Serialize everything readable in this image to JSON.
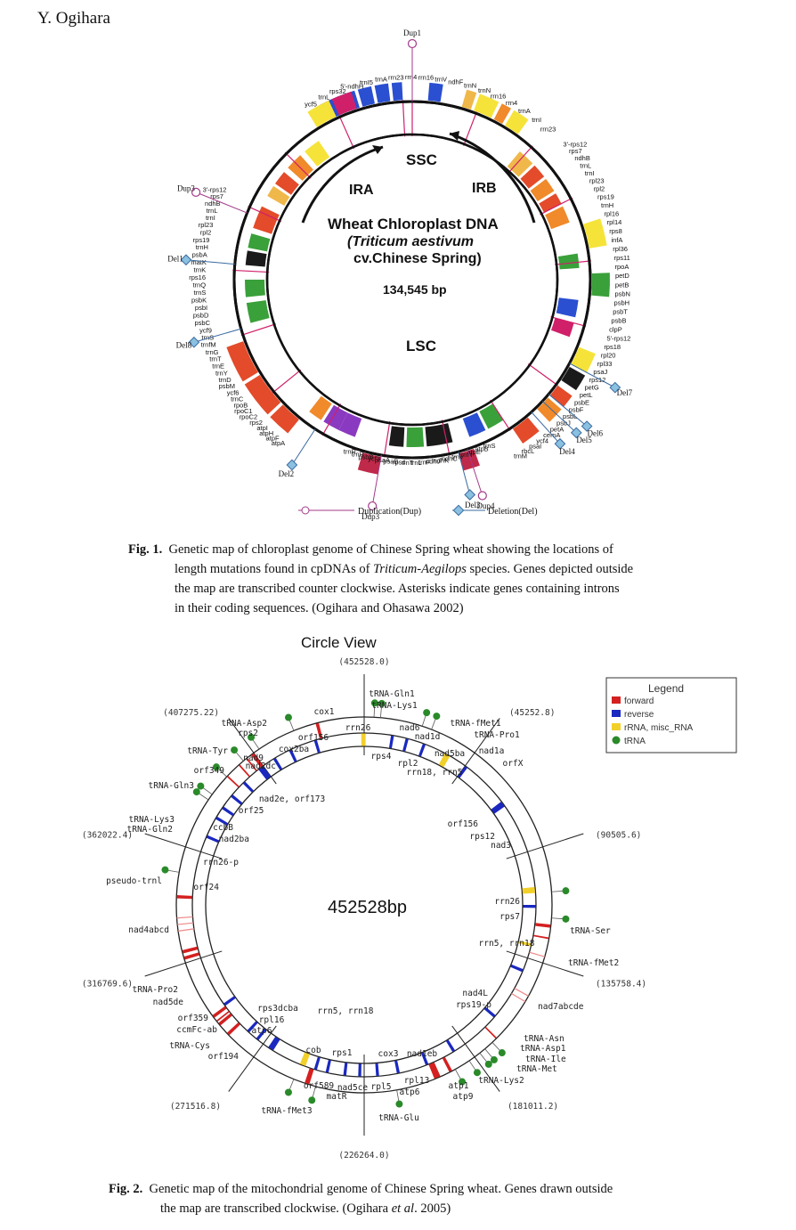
{
  "header": {
    "author": "Y. Ogihara"
  },
  "fig1": {
    "center_title": "Wheat Chloroplast DNA",
    "center_species": "(Triticum aestivum",
    "center_cultivar": "cv.Chinese Spring)",
    "center_size": "134,545 bp",
    "regions": {
      "ssc": "SSC",
      "lsc": "LSC",
      "ira": "IRA",
      "irb": "IRB"
    },
    "markers": [
      "Dup1",
      "Dup3",
      "Dup3",
      "Dup4",
      "Del1",
      "Del8",
      "Del2",
      "Del3",
      "Del4",
      "Del5",
      "Del6",
      "Del7"
    ],
    "legend": {
      "dup": "Duplication(Dup)",
      "del": "Deletion(Del)"
    },
    "genes_top": [
      "ycf5",
      "trnL",
      "rps32",
      "5'-ndhH",
      "trnI5",
      "trnA",
      "rrn23",
      "rrn4",
      "rrn16",
      "trnV",
      "ndhF",
      "trnN",
      "trnN",
      "rrn16",
      "rrn4",
      "trnA",
      "trnI",
      "rrn23"
    ],
    "genes_left": [
      "3'-rps12",
      "rps7",
      "ndhB",
      "trnL",
      "trnI",
      "rpl23",
      "rpl2",
      "rps19",
      "trnH",
      "psbA",
      "matK",
      "trnK",
      "rps16",
      "trnQ",
      "trnS",
      "psbK",
      "psbI",
      "psbD",
      "psbC",
      "ycf9",
      "trnS",
      "trnfM",
      "trnG",
      "trnT",
      "trnE",
      "trnY",
      "trnD",
      "psbM",
      "ycf6",
      "trnC",
      "rpoB",
      "rpoC1",
      "rpoC2",
      "rps2",
      "atpI",
      "atpH",
      "atpF",
      "atpA"
    ],
    "genes_right": [
      "3'-rps12",
      "rps7",
      "ndhB",
      "trnL",
      "trnI",
      "rpl23",
      "rpl2",
      "rps19",
      "trnH",
      "rpl16",
      "rpl14",
      "rps8",
      "infA",
      "rpl36",
      "rps11",
      "rpoA",
      "petD",
      "petB",
      "psbN",
      "psbH",
      "psbT",
      "psbB",
      "clpP",
      "5'-rps12",
      "rps18",
      "rpl20",
      "rpl33",
      "psaJ",
      "rps12",
      "petG",
      "petL",
      "psbE",
      "psbF",
      "psbL",
      "psbJ",
      "petA",
      "cemA",
      "ycf4",
      "psaI",
      "rbcL",
      "trnM"
    ],
    "genes_bottom": [
      "trnR",
      "trnR",
      "psbB",
      "ycf3",
      "psaA",
      "psaB",
      "rps4",
      "trnT",
      "trnL",
      "trnF",
      "ndhJ",
      "ndhK",
      "ndhC",
      "trnV",
      "trnM",
      "atpE",
      "atpB",
      "trnS"
    ]
  },
  "fig1_caption": {
    "label": "Fig. 1.",
    "line1": "Genetic map of chloroplast genome of Chinese Spring wheat showing the locations of",
    "line2a": "length mutations found in cpDNAs of ",
    "line2i": "Triticum-Aegilops",
    "line2b": " species. Genes depicted outside",
    "line3": "the map are transcribed counter clockwise. Asterisks indicate genes containing introns",
    "line4": "in their coding sequences. (Ogihara and Ohasawa 2002)"
  },
  "fig2": {
    "title": "Circle View",
    "center_size": "452528bp",
    "positions": [
      "(452528.0)",
      "(45252.8)",
      "(90505.6)",
      "(135758.4)",
      "(181011.2)",
      "(226264.0)",
      "(271516.8)",
      "(316769.6)",
      "(362022.4)",
      "(407275.22)"
    ],
    "legend": {
      "title": "Legend",
      "forward": "forward",
      "reverse": "reverse",
      "rrna": "rRNA, misc_RNA",
      "trna": "tRNA"
    },
    "colors": {
      "forward": "#d42020",
      "reverse": "#1a28c0",
      "rrna": "#f2d02a",
      "trna": "#2a8a2a"
    },
    "labels": [
      "tRNA-Gln1",
      "tRNA-Lys1",
      "tRNA-fMet1",
      "tRNA-Pro1",
      "cox1",
      "rrn26",
      "nad6",
      "nad1d",
      "rps4",
      "rpl2",
      "nad5ba",
      "rrn18, rrn5",
      "nad1a",
      "orfX",
      "tRNA-Asp2",
      "rps2",
      "orf156",
      "tRNA-Tyr",
      "orf349",
      "cox2ba",
      "nad9",
      "nad2dc",
      "nad2e, orf173",
      "tRNA-Gln3",
      "orf25",
      "ccbB",
      "nad2ba",
      "tRNA-Lys3",
      "tRNA-Gln2",
      "rrn26-p",
      "pseudo-trnl",
      "orf24",
      "nad4abcd",
      "orf156",
      "rps12",
      "nad3",
      "rrn26",
      "rps7",
      "tRNA-Ser",
      "rrn5, rrn18",
      "tRNA-fMet2",
      "nad4L",
      "rps19-p",
      "nad7abcde",
      "tRNA-Pro2",
      "nad5de",
      "orf359",
      "ccmFc-ab",
      "tRNA-Cys",
      "orf194",
      "rps3dcba",
      "rpl16",
      "atp6",
      "rrn5, rrn18",
      "cob",
      "rps1",
      "cox3",
      "nad1eb",
      "tRNA-Asn",
      "tRNA-Asp1",
      "tRNA-Ile",
      "tRNA-Met",
      "tRNA-Lys2",
      "orf589",
      "nad5ce",
      "matR",
      "rpl5",
      "atp6",
      "rpl13",
      "atp1",
      "atp9",
      "tRNA-fMet3",
      "tRNA-Glu"
    ]
  },
  "fig2_caption": {
    "label": "Fig. 2.",
    "line1": "Genetic map of the mitochondrial genome of Chinese Spring wheat. Genes drawn outside",
    "line2a": "the map are transcribed clockwise. (Ogihara ",
    "line2i": "et al",
    "line2b": ". 2005)"
  }
}
